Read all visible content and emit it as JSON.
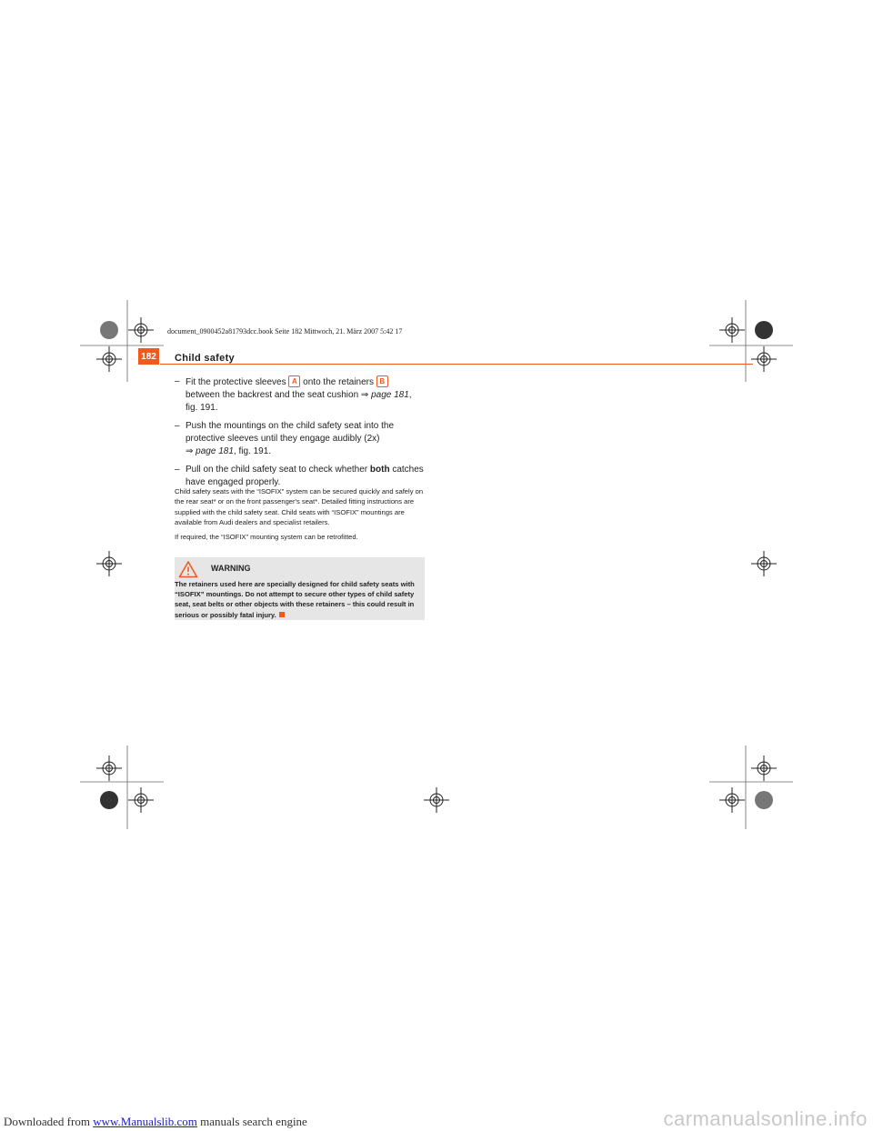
{
  "file_header": "document_0900452a81793dcc.book  Seite 182  Mittwoch, 21. März 2007  5:42 17",
  "page": {
    "number": "182",
    "title": "Child safety"
  },
  "steps": [
    {
      "dash": "–",
      "t1": "Fit the protective sleeves ",
      "m1": "A",
      "t2": " onto the retainers ",
      "m2": "B",
      "t3": "between the backrest and the seat cushion ",
      "ref_arrow": "⇒",
      "ref": "page 181",
      "t4": ", fig. 191."
    },
    {
      "dash": "–",
      "t1": "Push the mountings on the child safety seat into the protective sleeves until they engage audibly (2x)",
      "ref_arrow": "⇒",
      "ref": "page 181",
      "t2": ", fig. 191."
    },
    {
      "dash": "–",
      "t1": "Pull on the child safety seat to check whether ",
      "bold": "both",
      "t2": " catches have engaged properly."
    }
  ],
  "paragraphs": [
    "Child safety seats with the “ISOFIX” system can be secured quickly and safely on the rear seat* or on the front passenger's seat*. Detailed fitting instructions are supplied with the child safety seat. Child seats with “ISOFIX” mountings are available from Audi dealers and specialist retailers.",
    "If required, the “ISOFIX” mounting system can be retrofitted."
  ],
  "warning": {
    "title": "WARNING",
    "text": "The retainers used here are specially designed for child safety seats with “ISOFIX” mountings. Do not attempt to secure other types of child safety seat, seat belts or other objects with these retainers – this could result in serious or possibly fatal injury."
  },
  "footer": {
    "prefix": "Downloaded from ",
    "link": "www.Manualslib.com",
    "suffix": "  manuals search engine",
    "watermark": "carmanualsonline.info"
  },
  "colors": {
    "accent": "#f05a1e",
    "warning_bg": "#e6e6e6"
  }
}
